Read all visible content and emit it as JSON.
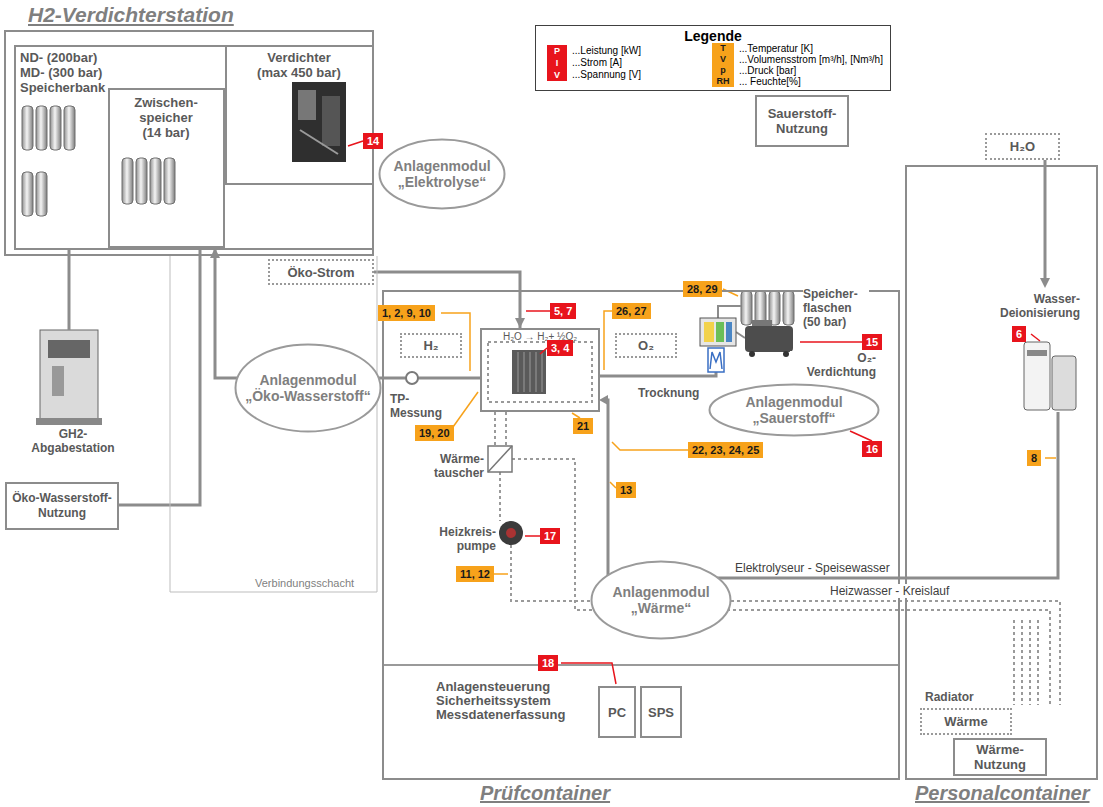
{
  "diagram": {
    "nodes": [
      {
        "text": [
          "H2-Verdichterstation"
        ]
      },
      {
        "text": [
          "ND- (200bar) MD- (300 bar) Speicherbank"
        ],
        "in": 0
      },
      {
        "text": [
          "Verdichter (max 450 bar)"
        ],
        "in": 1
      },
      {
        "text": [
          "Zwischen- speicher (14 bar)"
        ],
        "in": 1
      },
      {
        "text": [
          "Öko-Strom"
        ]
      },
      {
        "text": [
          "Anlagenmodul „Elektrolyse“"
        ]
      },
      {
        "text": [
          "Sauerstoff- Nutzung"
        ]
      },
      {
        "text": [
          "H₂O"
        ]
      },
      {
        "text": [
          "Anlagenmodul „Öko-Wasserstoff“"
        ]
      },
      {
        "text": [
          "Prüfcontainer"
        ]
      },
      {
        "text": [
          "H₂"
        ],
        "in": 9
      },
      {
        "text": [
          "H₂O → H₂+ ½O₂"
        ],
        "in": 9
      },
      {
        "text": [
          "O₂"
        ],
        "in": 9
      },
      {
        "text": [
          "Anlagenmodul „Sauerstoff“"
        ],
        "in": 9
      },
      {
        "text": [
          "Anlagenmodul „Wärme“"
        ],
        "in": 9
      },
      {
        "text": [
          "PC"
        ],
        "in": 9
      },
      {
        "text": [
          "SPS"
        ],
        "in": 9
      },
      {
        "text": [
          "Personalcontainer"
        ]
      },
      {
        "text": [
          "Wärme"
        ],
        "in": 17
      },
      {
        "text": [
          "Wärme- Nutzung"
        ],
        "in": 17
      },
      {
        "text": [
          "Öko-Wasserstoff- Nutzung"
        ]
      }
    ],
    "edges": [
      {
        "from": 11,
        "to": 3,
        "arrow": "to"
      },
      {
        "from": 4,
        "to": 11,
        "arrow": "to"
      },
      {
        "from": 3,
        "to": 20,
        "arrow": "none"
      }
    ],
    "labels": [
      "Legende",
      "P",
      "I",
      "V",
      "T",
      "V",
      "p",
      "RH",
      "14",
      "1, 2, 9, 10",
      "5, 7",
      "3, 4",
      "26, 27",
      "28, 29",
      "Speicher- flaschen (50 bar)",
      "15",
      "O₂- Verdichtung",
      "6",
      "Wasser- Deionisierung",
      "TP- Messung",
      "Trocknung",
      "16",
      "19, 20",
      "21",
      "22, 23, 24, 25",
      "Wärme- tauscher",
      "13",
      "8",
      "Heizkreis- pumpe",
      "17",
      "Elektrolyseur - Speisewasser",
      "Heizwasser - Kreislauf",
      "11, 12",
      "Radiator",
      "GH2- Abgabestation",
      "Verbindungsschacht",
      "18",
      "Anlagensteuerung Sicherheitssystem Messdatenerfassung"
    ],
    "legend": [
      {
        "text": "...Leistung [kW]",
        "color": "#e8141c"
      },
      {
        "text": "...Strom [A]",
        "color": "#e8141c"
      },
      {
        "text": "...Spannung [V]",
        "color": "#e8141c"
      },
      {
        "text": "...Temperatur [K]",
        "color": "#f7a21b"
      },
      {
        "text": "...Volumensstrom [m³/h], [Nm³/h]",
        "color": "#f7a21b"
      },
      {
        "text": "...Druck [bar]",
        "color": "#f7a21b"
      },
      {
        "text": "... Feuchte[%]",
        "color": "#f7a21b"
      }
    ]
  }
}
